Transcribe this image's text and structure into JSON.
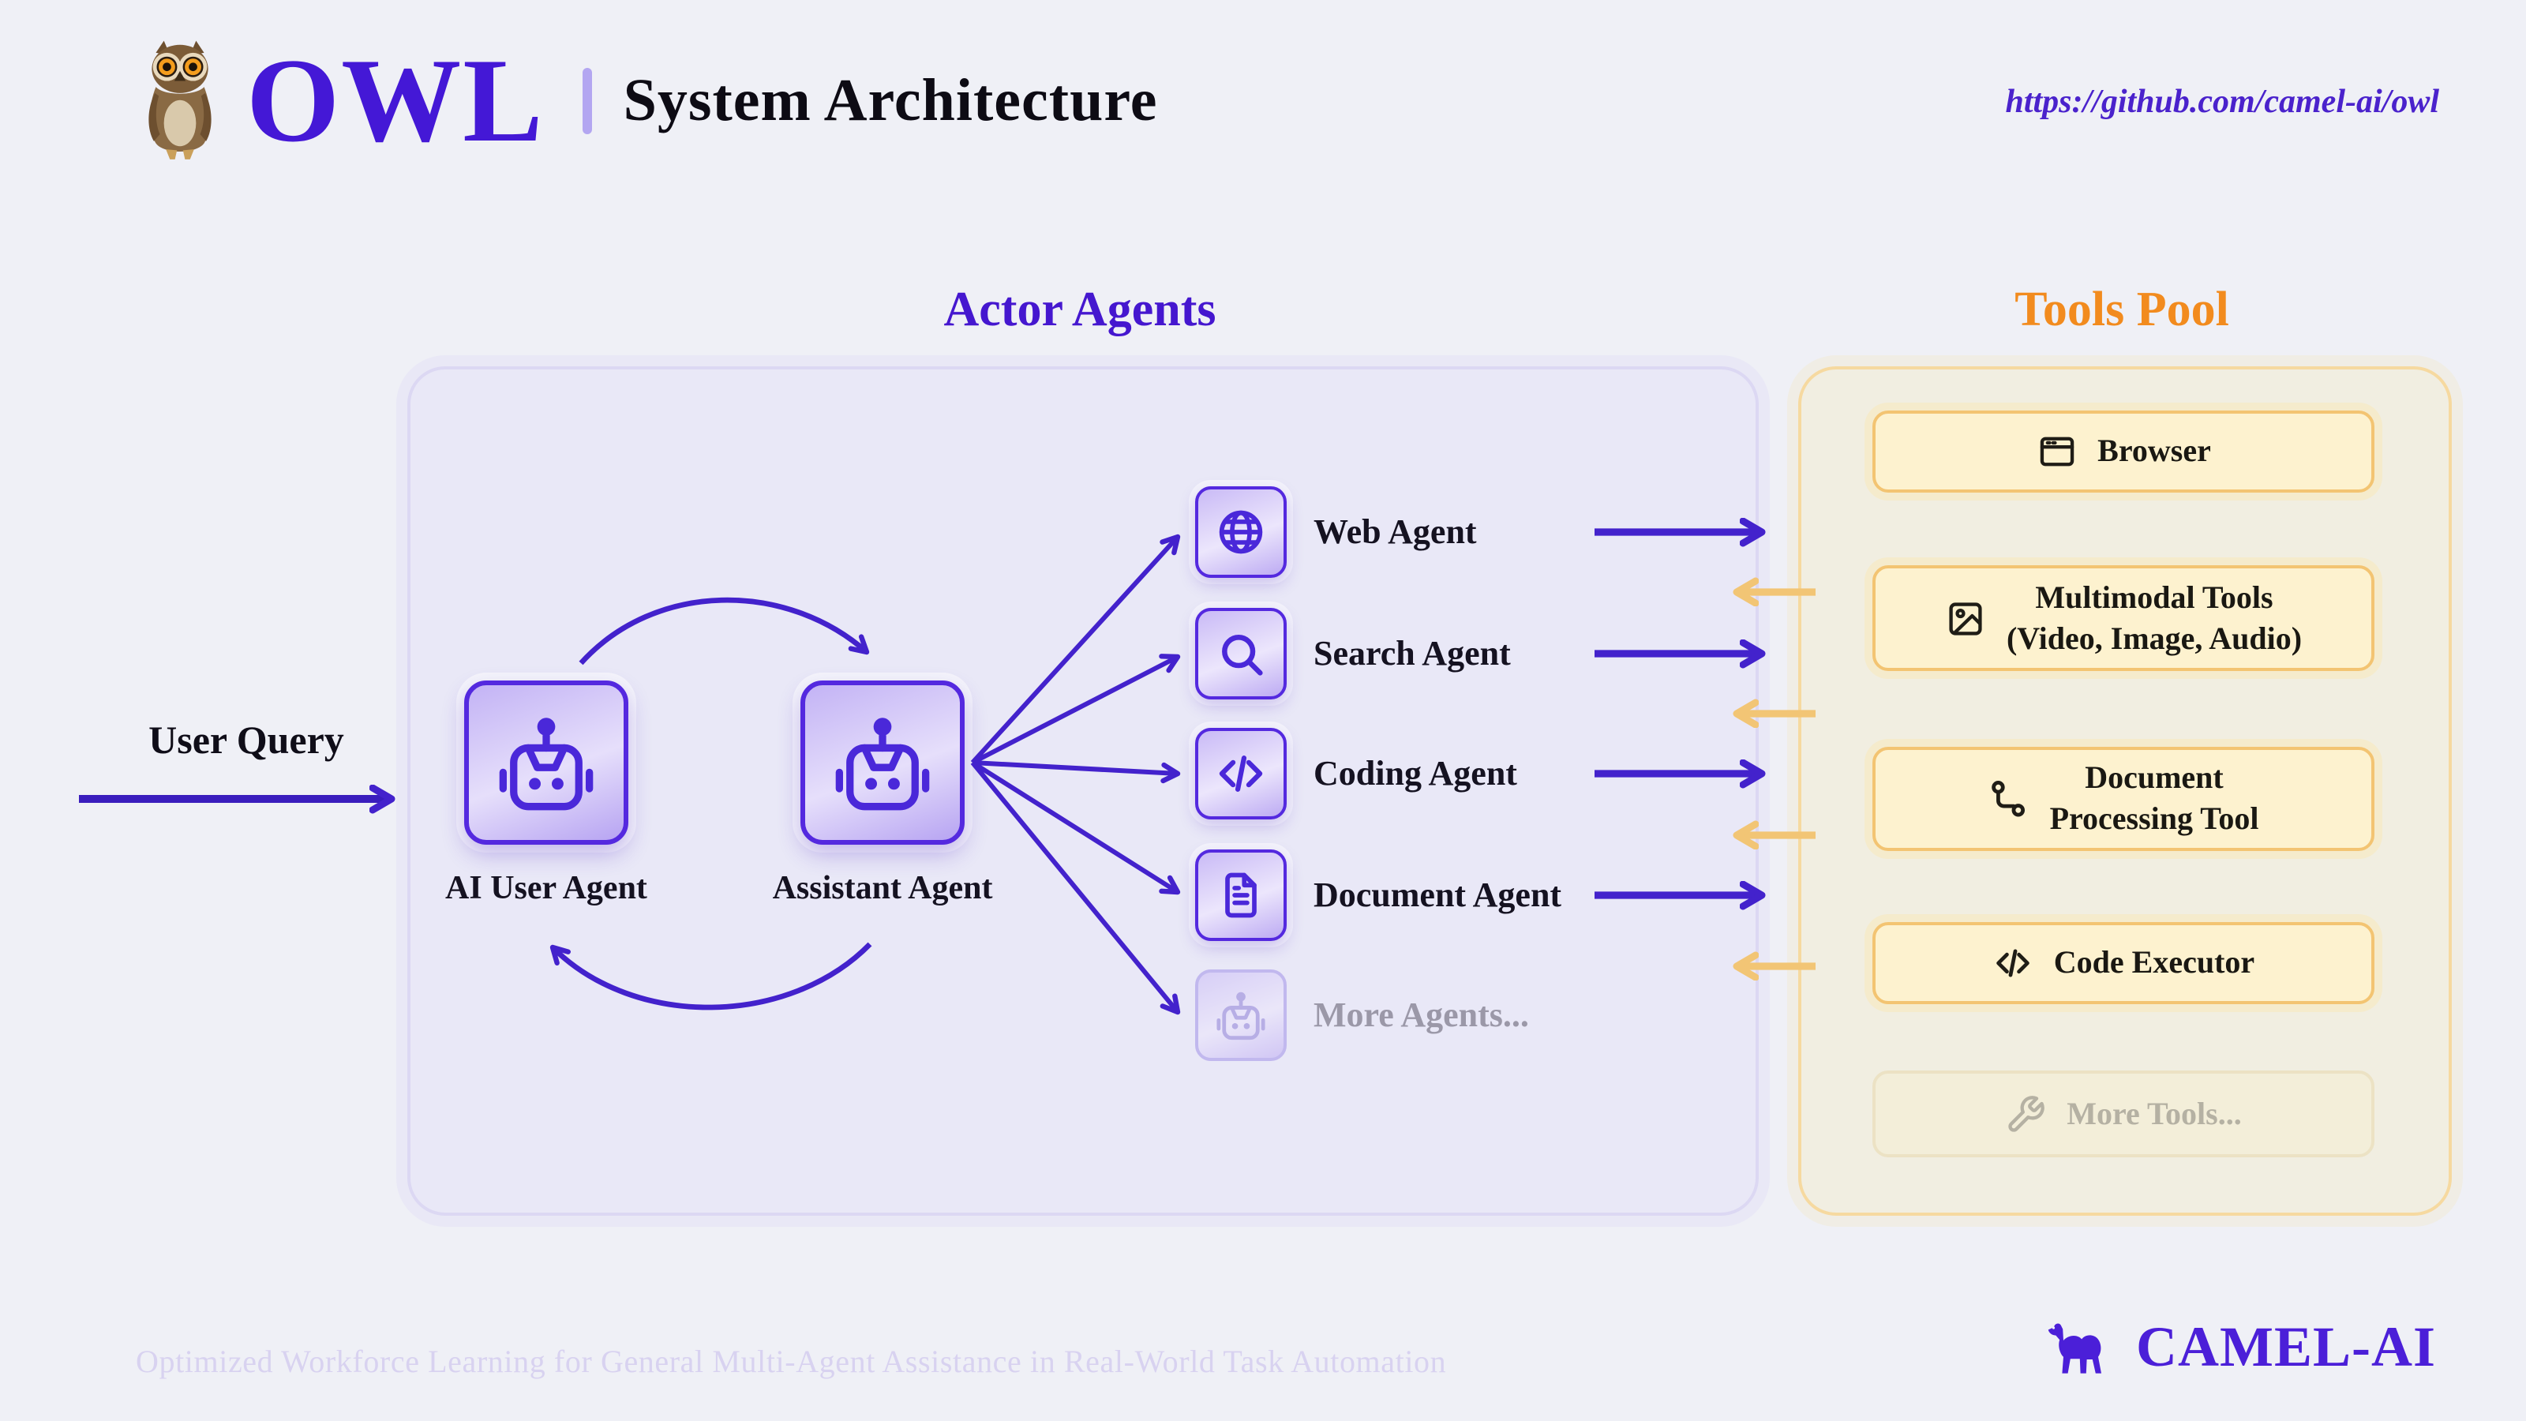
{
  "header": {
    "logo_text": "OWL",
    "title": "System Architecture",
    "url": "https://github.com/camel-ai/owl"
  },
  "user_query": {
    "label": "User Query"
  },
  "actor_agents": {
    "title": "Actor Agents",
    "core_agents": [
      {
        "label": "AI User Agent",
        "icon": "robot-icon"
      },
      {
        "label": "Assistant Agent",
        "icon": "robot-icon"
      }
    ],
    "sub_agents": [
      {
        "label": "Web Agent",
        "icon": "globe-icon",
        "muted": false
      },
      {
        "label": "Search Agent",
        "icon": "search-icon",
        "muted": false
      },
      {
        "label": "Coding Agent",
        "icon": "code-icon",
        "muted": false
      },
      {
        "label": "Document Agent",
        "icon": "document-icon",
        "muted": false
      },
      {
        "label": "More Agents...",
        "icon": "robot-icon",
        "muted": true
      }
    ]
  },
  "tools_pool": {
    "title": "Tools Pool",
    "tools": [
      {
        "lines": [
          "Browser"
        ],
        "icon": "browser-icon",
        "muted": false
      },
      {
        "lines": [
          "Multimodal Tools",
          "(Video, Image, Audio)"
        ],
        "icon": "image-icon",
        "muted": false
      },
      {
        "lines": [
          "Document",
          "Processing Tool"
        ],
        "icon": "document-processing-icon",
        "muted": false
      },
      {
        "lines": [
          "Code Executor"
        ],
        "icon": "code-executor-icon",
        "muted": false
      },
      {
        "lines": [
          "More Tools..."
        ],
        "icon": "wrench-icon",
        "muted": true
      }
    ]
  },
  "footer": {
    "tagline": "Optimized Workforce Learning for General Multi-Agent Assistance in Real-World Task Automation",
    "brand": "CAMEL-AI"
  },
  "colors": {
    "purple_accent": "#4418d6",
    "purple_arrow": "#4322cc",
    "orange_title": "#f28b1e",
    "orange_arrow": "#f2c575",
    "tool_card_bg": "#fdf2cf",
    "tool_card_border": "#f3c472",
    "actor_panel_bg": "#e9e8f7",
    "tools_panel_bg": "#f1eee1",
    "background": "#eff0f6"
  }
}
